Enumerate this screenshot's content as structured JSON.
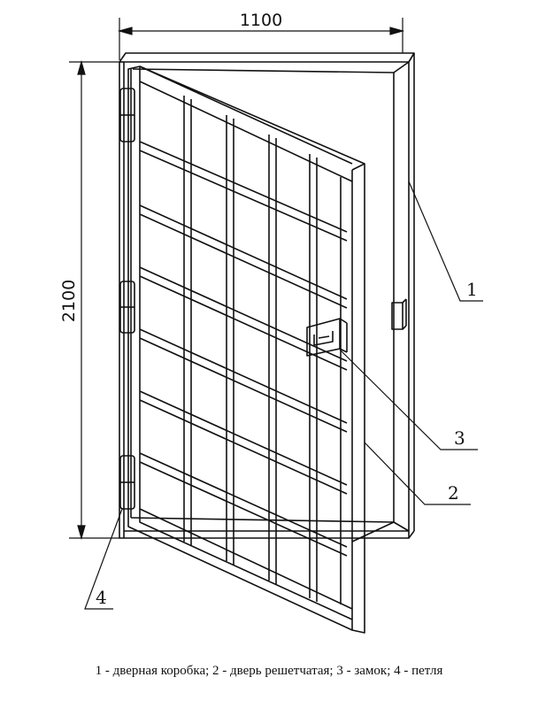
{
  "dimensions": {
    "width": "1100",
    "height": "2100"
  },
  "callouts": [
    "1",
    "2",
    "3",
    "4"
  ],
  "legend": "1 - дверная коробка;  2 - дверь решетчатая;  3 - замок;  4 - петля",
  "colors": {
    "line": "#111111",
    "background": "#ffffff"
  }
}
